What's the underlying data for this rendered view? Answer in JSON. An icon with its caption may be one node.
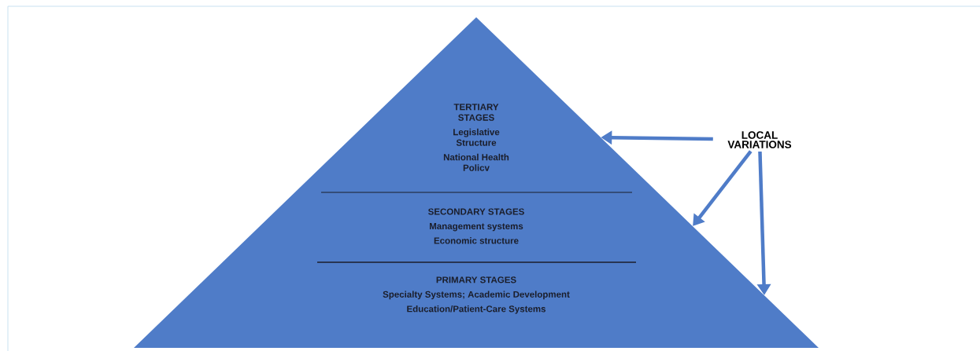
{
  "diagram": {
    "nodes": [
      {
        "text": [
          "TERTIARY STAGES",
          "Legislative Structure",
          "National Health Policv"
        ]
      },
      {
        "text": [
          "SECONDARY STAGES",
          "Management systems",
          "Economic structure"
        ]
      },
      {
        "text": [
          "PRIMARY STAGES",
          "Specialty Systems; Academic Development",
          "Education/Patient-Care Systems"
        ]
      },
      {
        "text": [
          "LOCAL VARIATIONS"
        ]
      }
    ],
    "edges": [
      {
        "from": 3,
        "to": 0,
        "arrow": "to"
      },
      {
        "from": 3,
        "to": 1,
        "arrow": "to"
      },
      {
        "from": 3,
        "to": 2,
        "arrow": "to"
      }
    ]
  }
}
